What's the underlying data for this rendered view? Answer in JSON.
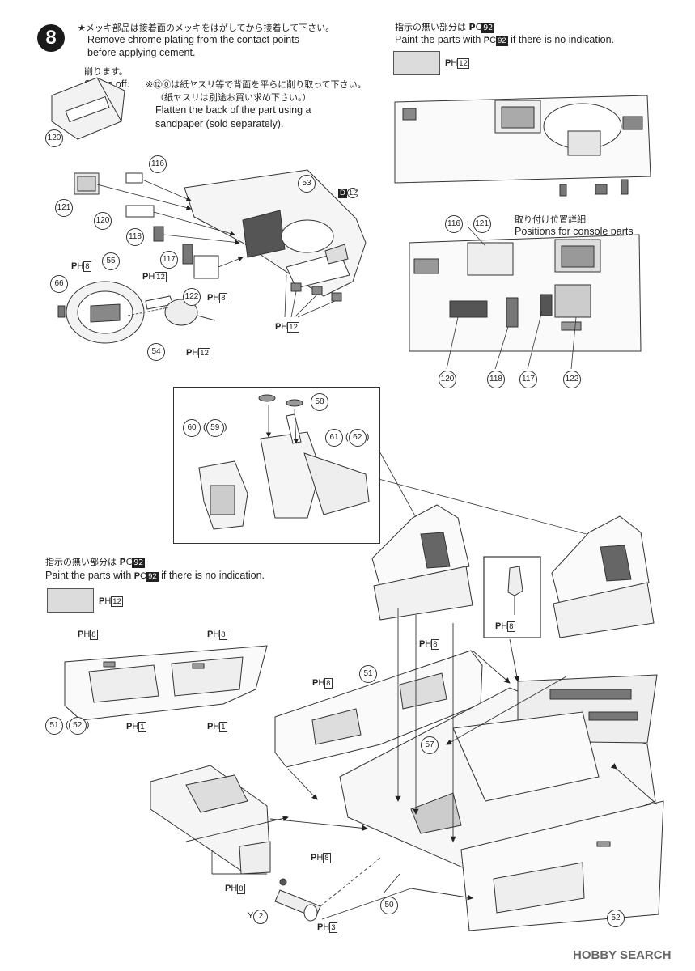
{
  "step": {
    "number": "8"
  },
  "notes": {
    "chrome_jp": "★メッキ部品は接着面のメッキをはがしてから接着して下さい。",
    "chrome_en1": "Remove chrome plating from the contact points",
    "chrome_en2": "before applying cement.",
    "shave_jp": "削ります。",
    "shave_en": "Shave off.",
    "flatten_jp1": "※⑫⓪は紙ヤスリ等で背面を平らに削り取って下さい。",
    "flatten_jp2": "（紙ヤスリは別途お買い求め下さい。）",
    "flatten_en1": "Flatten the back of the part using a",
    "flatten_en2": "sandpaper (sold separately).",
    "paint_jp_top": "指示の無い部分は",
    "paint_en_top": "Paint the parts with",
    "paint_en_top_tail": "if there is no indication.",
    "paint_jp_left": "指示の無い部分は",
    "paint_en_left": "Paint the parts with",
    "paint_en_left_tail": "if there is no indication.",
    "console_jp": "取り付け位置詳細",
    "console_en": "Positions for console parts"
  },
  "paint_codes": {
    "c92_prefix": "C",
    "c92_num": "92",
    "h12": "12",
    "h8": "8",
    "h1": "1",
    "h3": "3"
  },
  "parts": {
    "p120": "120",
    "p121": "121",
    "p116": "116",
    "p118": "118",
    "p117": "117",
    "p122": "122",
    "p53": "53",
    "p55": "55",
    "p66": "66",
    "p54": "54",
    "p58": "58",
    "p59": "59",
    "p60": "60",
    "p61": "61",
    "p62": "62",
    "p51": "51",
    "p52": "52",
    "p57": "57",
    "p50": "50",
    "y2": "2",
    "d_badge": "D",
    "d_num": "12",
    "combo_a": "116",
    "combo_plus": "+",
    "combo_b": "121"
  },
  "watermark": {
    "brand": "HOBBY SEARCH"
  }
}
